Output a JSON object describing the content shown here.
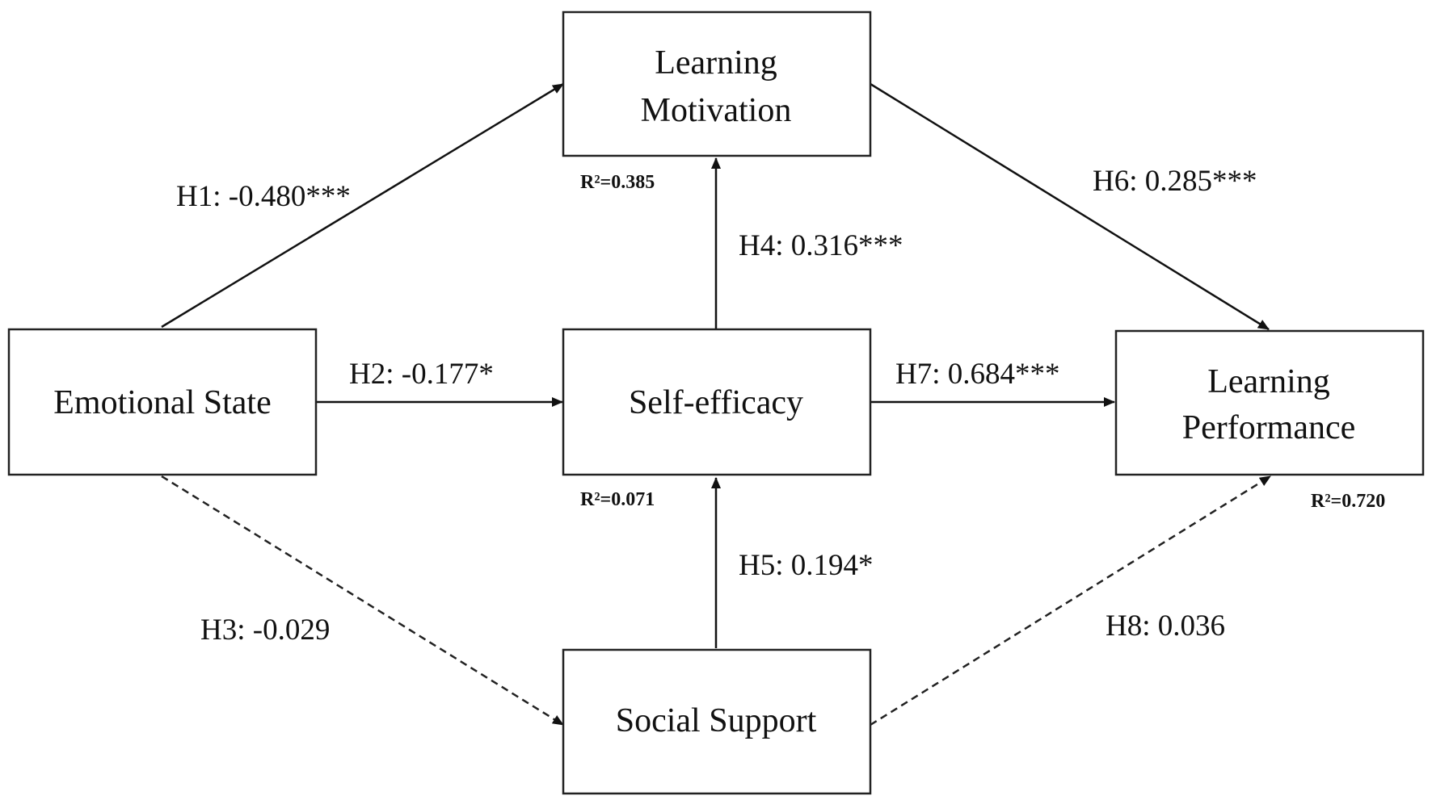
{
  "nodes": {
    "learning_motivation": {
      "lines": [
        "Learning",
        "Motivation"
      ],
      "r2": "R²=0.385"
    },
    "emotional_state": {
      "lines": [
        "Emotional State"
      ]
    },
    "self_efficacy": {
      "lines": [
        "Self-efficacy"
      ],
      "r2": "R²=0.071"
    },
    "learning_performance": {
      "lines": [
        "Learning",
        "Performance"
      ],
      "r2": "R²=0.720"
    },
    "social_support": {
      "lines": [
        "Social Support"
      ]
    }
  },
  "paths": {
    "h1": {
      "label": "H1: -0.480***",
      "style": "solid"
    },
    "h2": {
      "label": "H2: -0.177*",
      "style": "solid"
    },
    "h3": {
      "label": "H3: -0.029",
      "style": "dashed"
    },
    "h4": {
      "label": "H4: 0.316***",
      "style": "solid"
    },
    "h5": {
      "label": "H5: 0.194*",
      "style": "solid"
    },
    "h6": {
      "label": "H6: 0.285***",
      "style": "solid"
    },
    "h7": {
      "label": "H7: 0.684***",
      "style": "solid"
    },
    "h8": {
      "label": "H8: 0.036",
      "style": "dashed"
    }
  },
  "colors": {
    "line": "#111111",
    "box_border": "#222222",
    "background": "#ffffff"
  }
}
